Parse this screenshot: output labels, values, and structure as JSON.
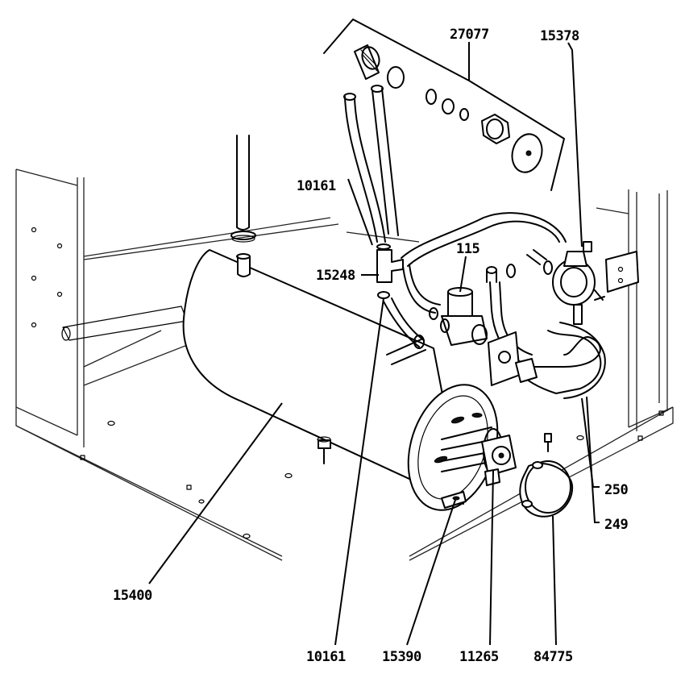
{
  "diagram": {
    "parts": [
      {
        "id": "part-27077",
        "label": "27077"
      },
      {
        "id": "part-15378",
        "label": "15378"
      },
      {
        "id": "part-10161-top",
        "label": "10161"
      },
      {
        "id": "part-115",
        "label": "115"
      },
      {
        "id": "part-15248",
        "label": "15248"
      },
      {
        "id": "part-250",
        "label": "250"
      },
      {
        "id": "part-249",
        "label": "249"
      },
      {
        "id": "part-15400",
        "label": "15400"
      },
      {
        "id": "part-10161-bottom",
        "label": "10161"
      },
      {
        "id": "part-15390",
        "label": "15390"
      },
      {
        "id": "part-11265",
        "label": "11265"
      },
      {
        "id": "part-84775",
        "label": "84775"
      }
    ]
  }
}
